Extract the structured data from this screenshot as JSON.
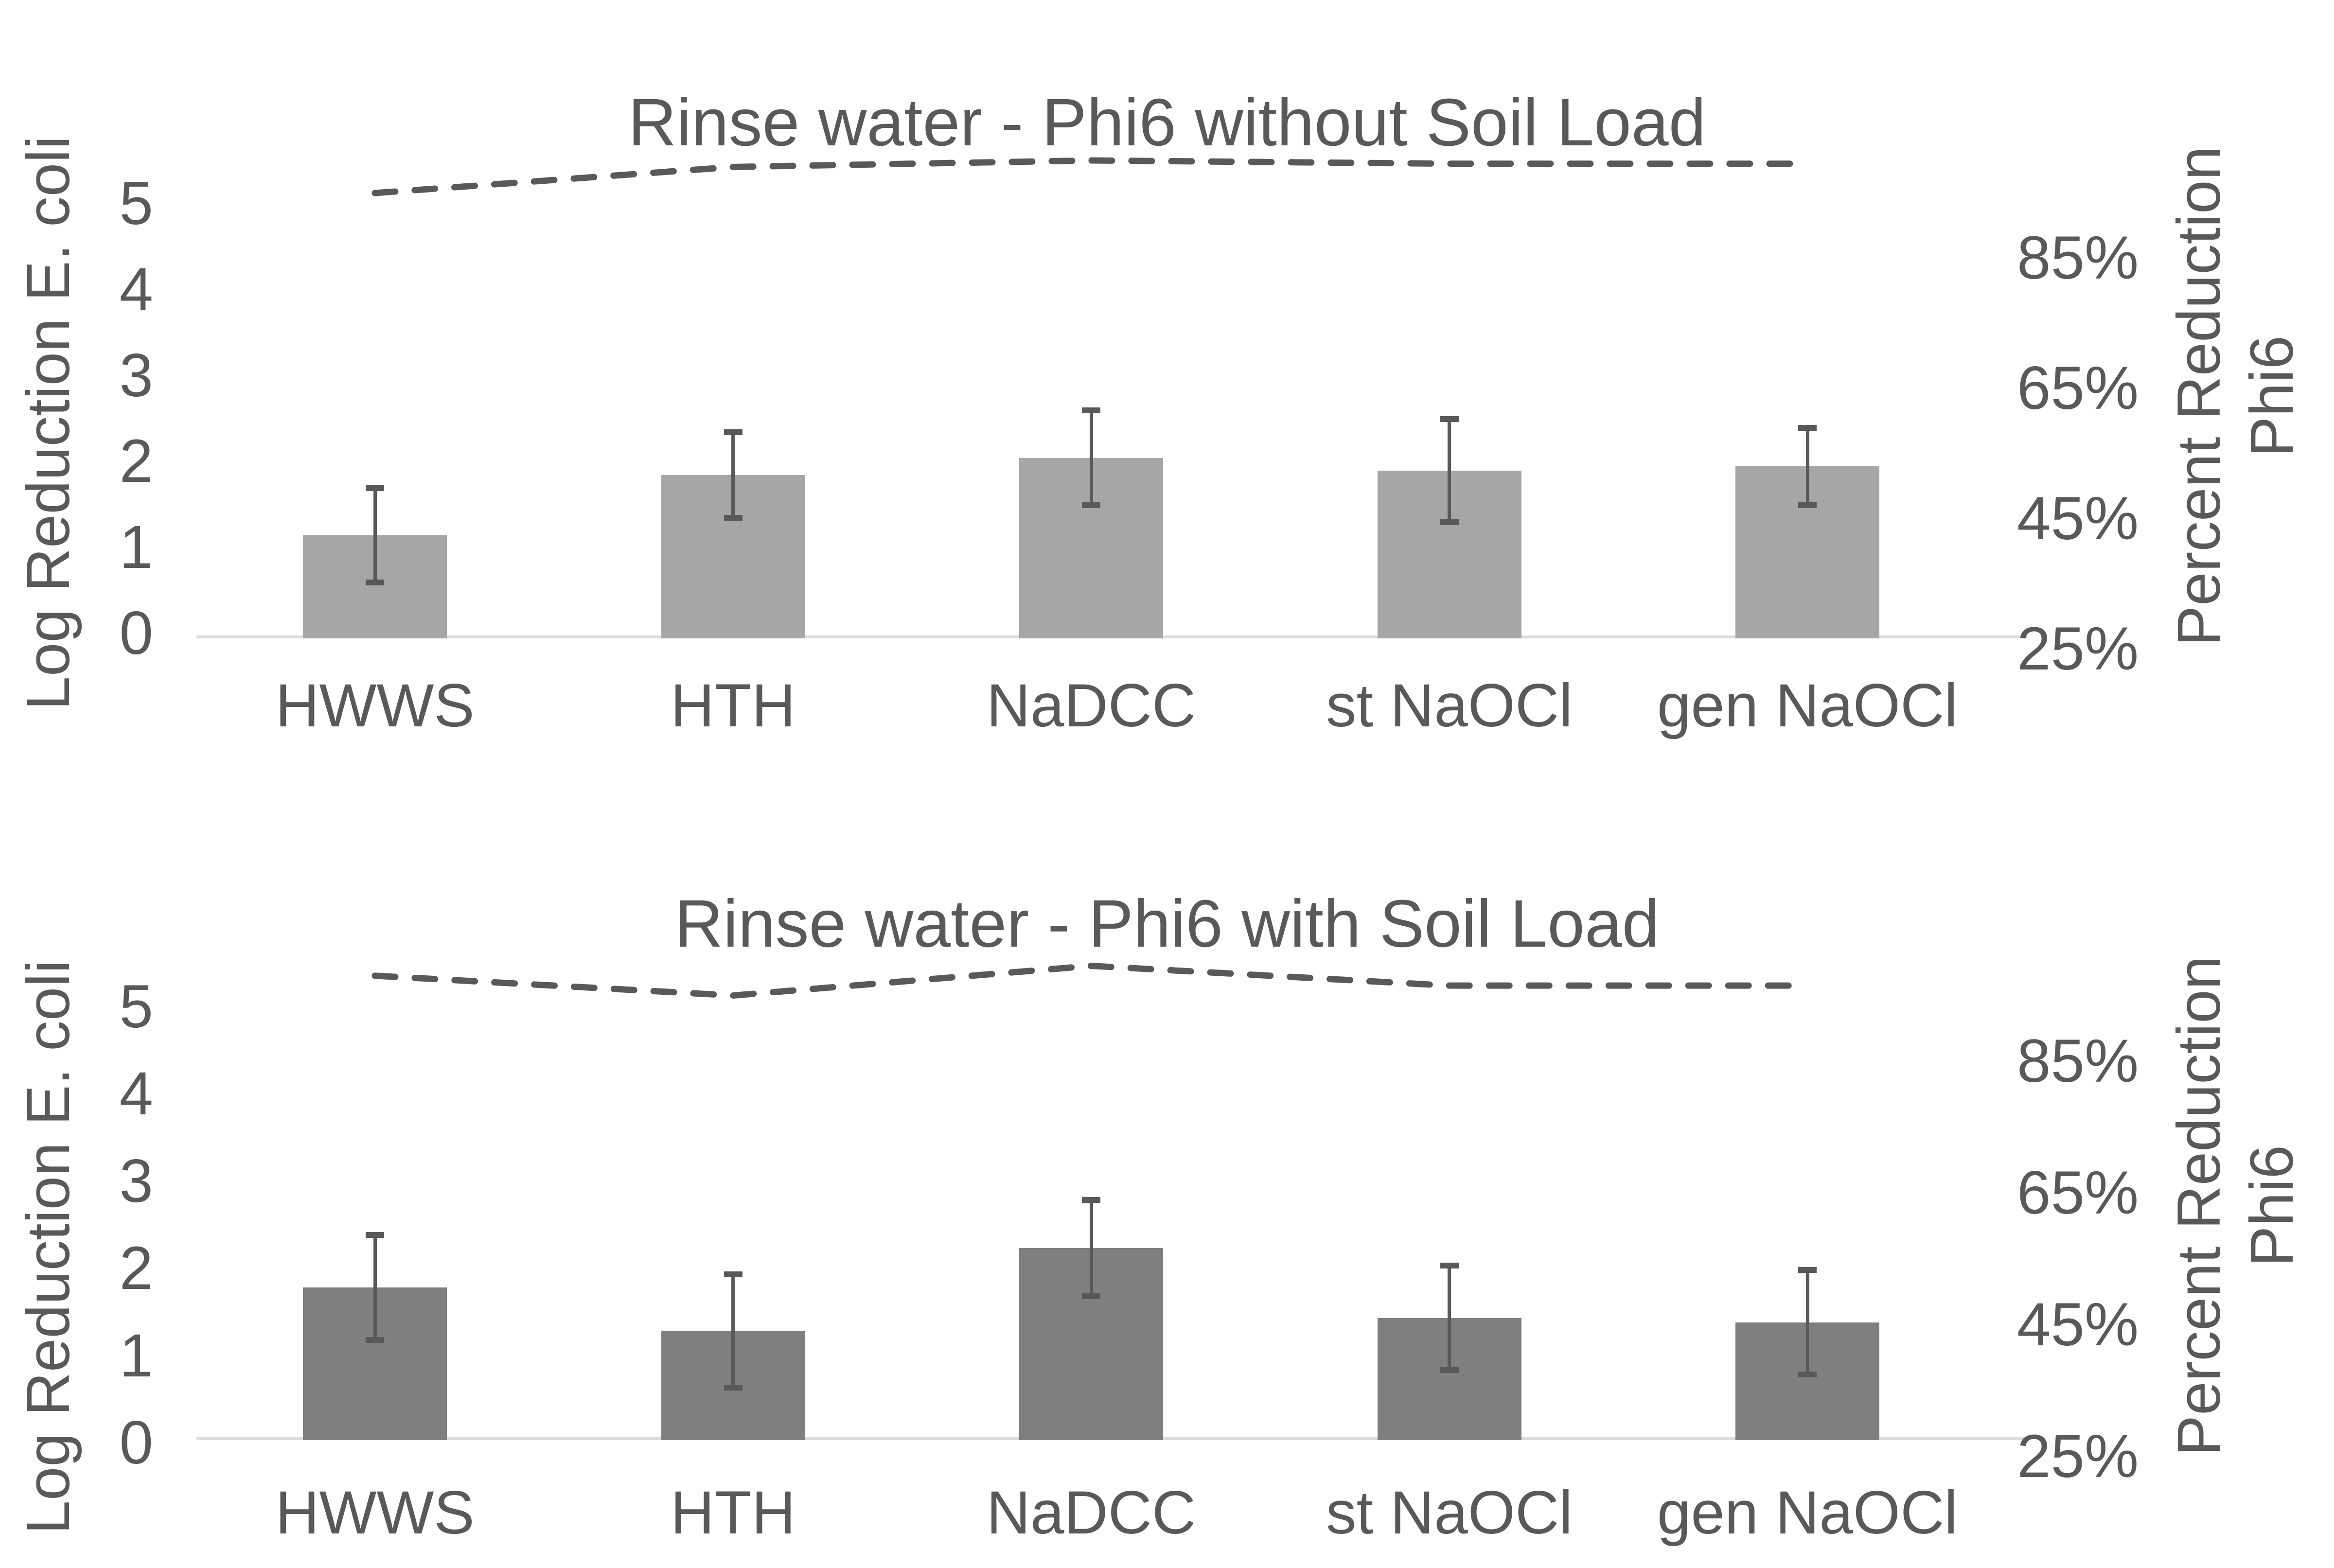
{
  "page": {
    "background": "#ffffff",
    "text_color": "#595959",
    "axis_line_color": "#dcdcdc"
  },
  "chart_data": [
    {
      "type": "bar",
      "title": "Rinse water - Phi6 without Soil Load",
      "categories": [
        "HWWS",
        "HTH",
        "NaDCC",
        "st NaOCl",
        "gen NaOCl"
      ],
      "series": [
        {
          "name": "Log Reduction E. coli",
          "type": "bar",
          "axis": "left",
          "color": "#a6a6a6",
          "values": [
            1.2,
            1.9,
            2.1,
            1.95,
            2.0
          ],
          "error_bars": [
            0.55,
            0.5,
            0.55,
            0.6,
            0.45
          ]
        },
        {
          "name": "Percent Reduction Phi6",
          "type": "line",
          "style": "dashed",
          "axis": "right",
          "color": "#595959",
          "values": [
            95,
            99,
            100,
            99.5,
            99.5
          ],
          "unit": "%"
        }
      ],
      "left_axis": {
        "label": "Log Reduction E. coli",
        "ticks": [
          "5",
          "4",
          "3",
          "2",
          "1",
          "0"
        ],
        "tick_values": [
          5,
          4,
          3,
          2,
          1,
          0
        ],
        "range": [
          0,
          5.8
        ]
      },
      "right_axis": {
        "label_lines": [
          "Percent Reduction",
          "Phi6"
        ],
        "ticks": [
          "85%",
          "65%",
          "45%",
          "25%"
        ],
        "tick_values": [
          85,
          65,
          45,
          25
        ],
        "range": [
          25,
          105
        ]
      },
      "grid": false,
      "legend": false
    },
    {
      "type": "bar",
      "title": "Rinse water - Phi6 with Soil Load",
      "categories": [
        "HWWS",
        "HTH",
        "NaDCC",
        "st NaOCl",
        "gen NaOCl"
      ],
      "series": [
        {
          "name": "Log Reduction E. coli",
          "type": "bar",
          "axis": "left",
          "color": "#7f7f7f",
          "values": [
            1.75,
            1.25,
            2.2,
            1.4,
            1.35
          ],
          "error_bars": [
            0.6,
            0.65,
            0.55,
            0.6,
            0.6
          ]
        },
        {
          "name": "Percent Reduction Phi6",
          "type": "line",
          "style": "dashed",
          "axis": "right",
          "color": "#595959",
          "values": [
            98,
            95,
            99.5,
            96.5,
            96.5
          ],
          "unit": "%"
        }
      ],
      "left_axis": {
        "label": "Log Reduction E. coli",
        "ticks": [
          "5",
          "4",
          "3",
          "2",
          "1",
          "0"
        ],
        "tick_values": [
          5,
          4,
          3,
          2,
          1,
          0
        ],
        "range": [
          0,
          5.8
        ]
      },
      "right_axis": {
        "label_lines": [
          "Percent Reduction",
          "Phi6"
        ],
        "ticks": [
          "85%",
          "65%",
          "45%",
          "25%"
        ],
        "tick_values": [
          85,
          65,
          45,
          25
        ],
        "range": [
          25,
          105
        ]
      },
      "grid": false,
      "legend": false
    }
  ]
}
